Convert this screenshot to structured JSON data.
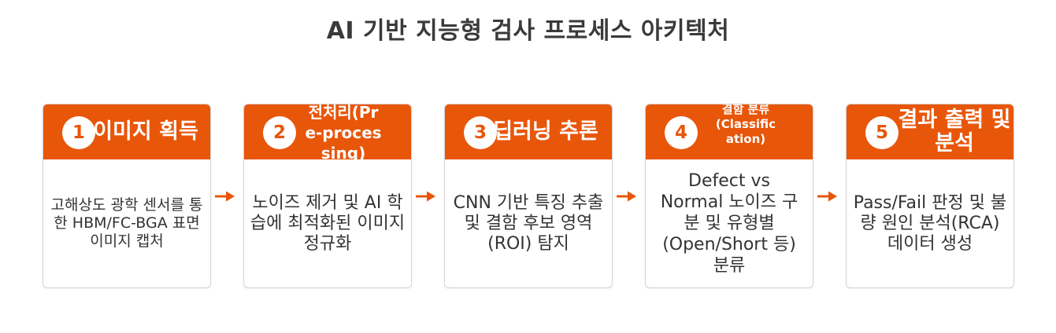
{
  "title": "AI 기반 지능형 검사 프로세스 아키텍처",
  "colors": {
    "accent": "#e8560a",
    "card_border": "#d4d4d4",
    "title_text": "#3a3a3a",
    "body_text": "#333333"
  },
  "steps": [
    {
      "number": "1",
      "label": "이미지 획득",
      "description": "고해상도 광학 센서를 통한 HBM/FC-BGA 표면 이미지 캡처"
    },
    {
      "number": "2",
      "label": "전처리(Pre-processing)",
      "description": "노이즈 제거 및 AI 학습에 최적화된 이미지 정규화"
    },
    {
      "number": "3",
      "label": "딥러닝 추론",
      "description": "CNN 기반 특징 추출 및 결함 후보 영역(ROI) 탐지"
    },
    {
      "number": "4",
      "label": "결함 분류(Classification)",
      "description": "Defect vs Normal 노이즈 구분 및 유형별(Open/Short 등) 분류"
    },
    {
      "number": "5",
      "label": "결과 출력 및 분석",
      "description": "Pass/Fail 판정 및 불량 원인 분석(RCA) 데이터 생성"
    }
  ]
}
